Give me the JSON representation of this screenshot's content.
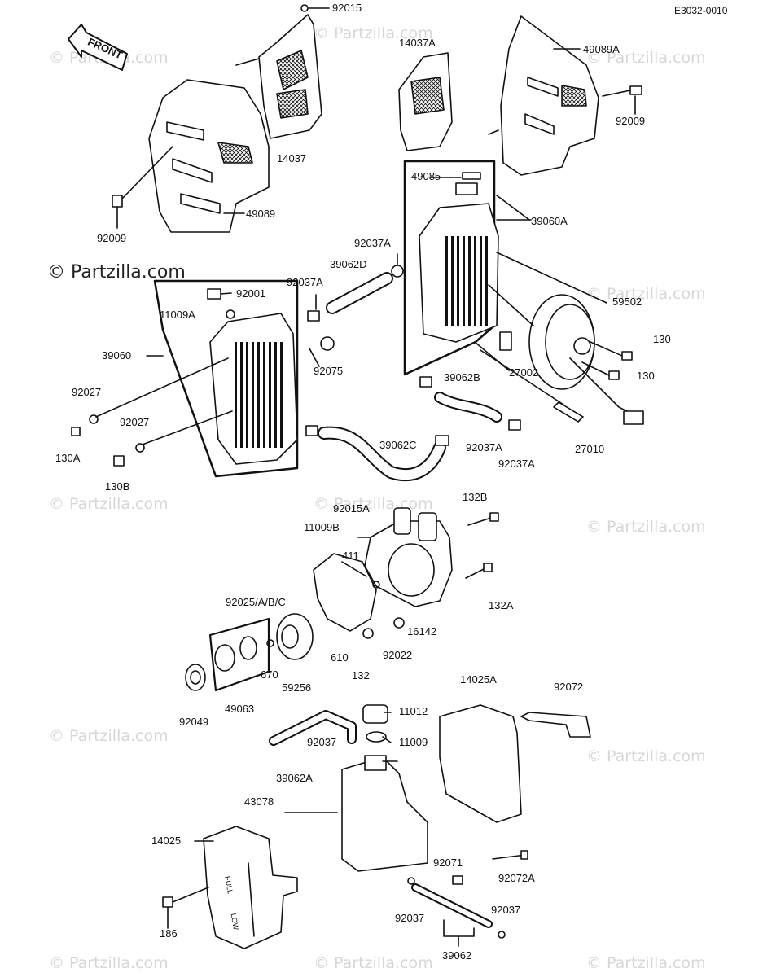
{
  "diagram_code": "E3032-0010",
  "watermark": "© Partzilla.com",
  "front_label": "FRONT",
  "tank_level_labels": {
    "full": "FULL",
    "low": "LOW"
  },
  "parts": {
    "p92015": "92015",
    "p14037A": "14037A",
    "p49089A": "49089A",
    "p92009_r": "92009",
    "p14037": "14037",
    "p49085": "49085",
    "p39060A": "39060A",
    "p49089": "49089",
    "p92009_l": "92009",
    "p92037A_a": "92037A",
    "p39062D": "39062D",
    "p92037A_b": "92037A",
    "p92001": "92001",
    "p59502": "59502",
    "p11009A": "11009A",
    "p130_a": "130",
    "p39060": "39060",
    "p92075": "92075",
    "p27002": "27002",
    "p130_b": "130",
    "p39062B": "39062B",
    "p92027_a": "92027",
    "p92027_b": "92027",
    "p130A": "130A",
    "p39062C": "39062C",
    "p92037A_c": "92037A",
    "p27010": "27010",
    "p92037A_d": "92037A",
    "p130B": "130B",
    "p92015A": "92015A",
    "p132B": "132B",
    "p11009B": "11009B",
    "p411": "411",
    "p132A": "132A",
    "p92025": "92025/A/B/C",
    "p16142": "16142",
    "p610": "610",
    "p92022": "92022",
    "p670": "670",
    "p132": "132",
    "p59256": "59256",
    "p49063": "49063",
    "p92049": "92049",
    "p14025A": "14025A",
    "p92072": "92072",
    "p11012": "11012",
    "p92037_a": "92037",
    "p11009": "11009",
    "p39062A": "39062A",
    "p43078": "43078",
    "p14025": "14025",
    "p92071": "92071",
    "p92072A": "92072A",
    "p186": "186",
    "p92037_b": "92037",
    "p92037_c": "92037",
    "p39062": "39062"
  }
}
